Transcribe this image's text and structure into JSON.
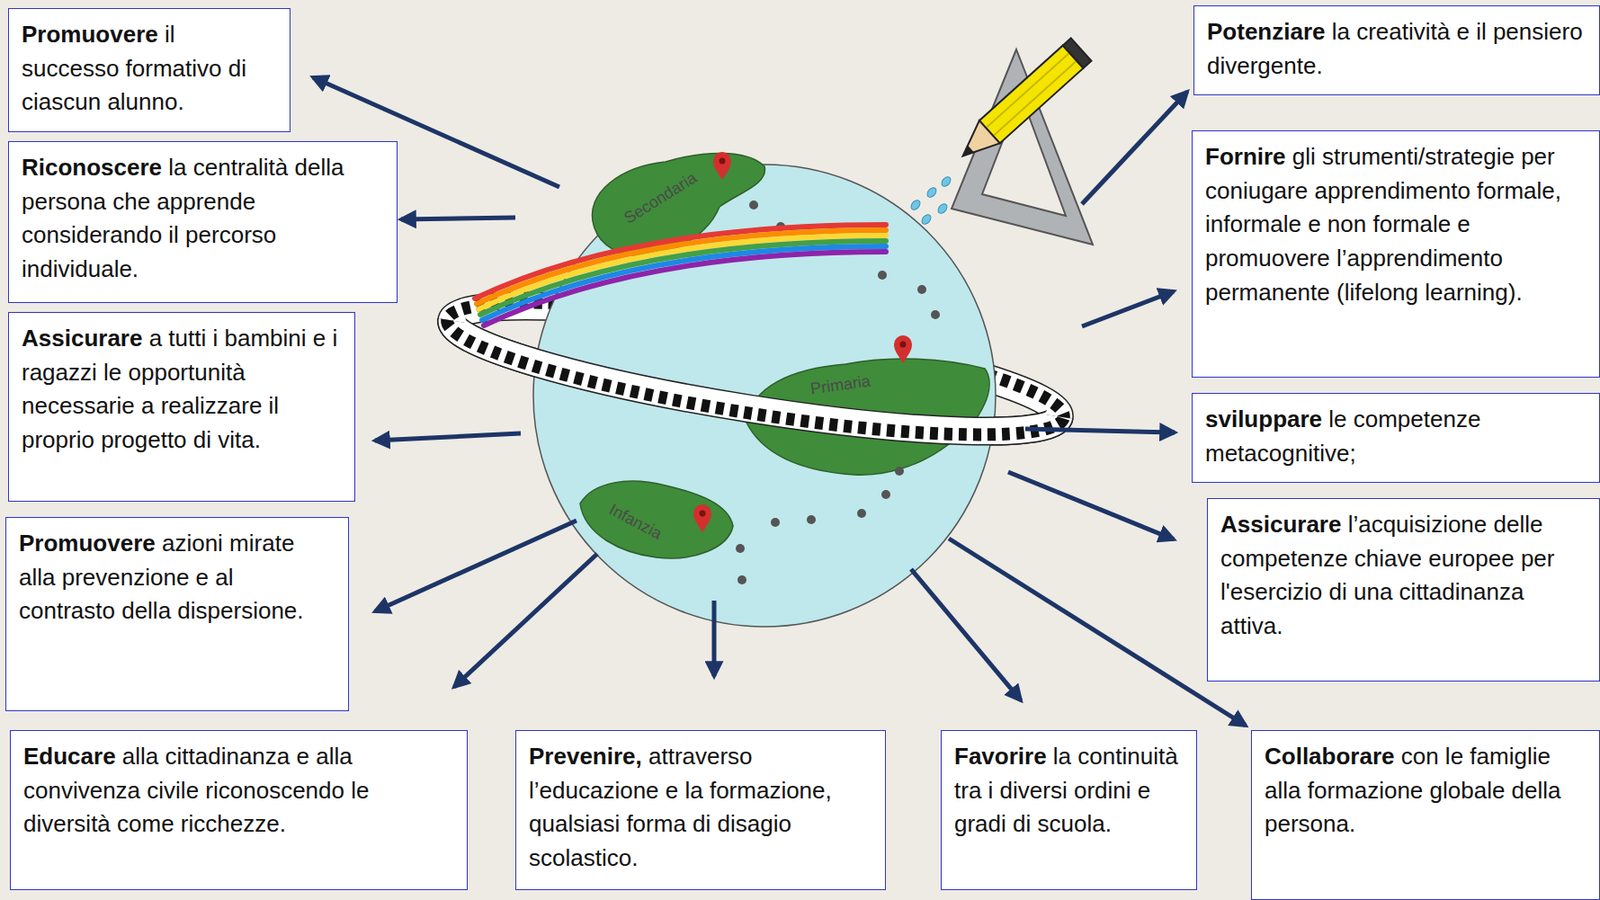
{
  "diagram": {
    "nodes": [
      {
        "text": [
          "Promuovere il successo formativo di ciascun alunno."
        ]
      },
      {
        "text": [
          "Potenziare la creatività e il pensiero divergente."
        ]
      },
      {
        "text": [
          "Riconoscere la centralità della persona che apprende considerando il percorso individuale."
        ]
      },
      {
        "text": [
          "Fornire gli strumenti/strategie per coniugare apprendimento formale, informale e non formale e promuovere l’apprendimento permanente (lifelong learning)."
        ]
      },
      {
        "text": [
          "Assicurare a tutti i bambini e i ragazzi le opportunità necessarie a realizzare il proprio progetto di vita."
        ]
      },
      {
        "text": [
          "sviluppare le competenze metacognitive;"
        ]
      },
      {
        "text": [
          "Promuovere azioni mirate alla prevenzione e al contrasto della dispersione."
        ]
      },
      {
        "text": [
          "Assicurare l’acquisizione delle competenze chiave europee per l'esercizio di una cittadinanza attiva."
        ]
      },
      {
        "text": [
          "Educare alla cittadinanza e alla convivenza civile riconoscendo le diversità come ricchezze."
        ]
      },
      {
        "text": [
          "Prevenire, attraverso l’educazione e la formazione, qualsiasi forma di disagio scolastico."
        ]
      },
      {
        "text": [
          "Favorire la continuità tra i diversi ordini e gradi di scuola."
        ]
      },
      {
        "text": [
          "Collaborare con le famiglie alla formazione globale della persona."
        ]
      }
    ],
    "labels": [
      "Secondaria",
      "Primaria",
      "Infanzia"
    ]
  }
}
